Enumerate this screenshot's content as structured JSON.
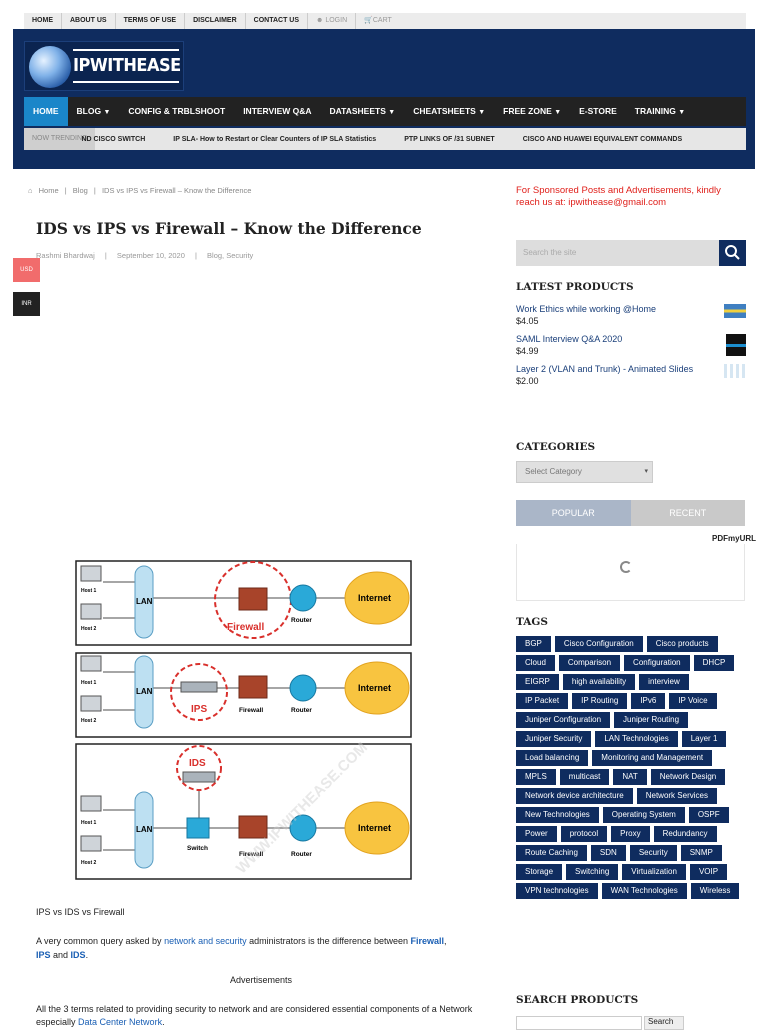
{
  "topbar": {
    "items": [
      "HOME",
      "ABOUT US",
      "TERMS OF USE",
      "DISCLAIMER",
      "CONTACT US"
    ],
    "login": "LOGIN",
    "cart": "CART"
  },
  "logo": {
    "text": "IPWITHEASE"
  },
  "nav": {
    "items": [
      "HOME",
      "BLOG",
      "CONFIG & TRBLSHOOT",
      "INTERVIEW Q&A",
      "DATASHEETS",
      "CHEATSHEETS",
      "FREE ZONE",
      "E-STORE",
      "TRAINING"
    ]
  },
  "trending": {
    "label": "NOW TRENDING",
    "items": [
      "ND CISCO SWITCH",
      "IP SLA- How to Restart or Clear Counters of IP SLA Statistics",
      "PTP LINKS OF /31 SUBNET",
      "CISCO AND HUAWEI EQUIVALENT COMMANDS"
    ]
  },
  "breadcrumb": {
    "home": "Home",
    "blog": "Blog",
    "current": "IDS vs IPS vs Firewall – Know the Difference"
  },
  "article": {
    "title": "IDS vs IPS vs Firewall – Know the Difference",
    "author": "Rashmi Bhardwaj",
    "date": "September 10, 2020",
    "categories": "Blog, Security",
    "caption": "IPS vs IDS vs Firewall",
    "p1_a": "A very common query asked by ",
    "p1_link": "network and security",
    "p1_b": " administrators is the difference between ",
    "p1_fw": "Firewall",
    "p1_comma": ",",
    "p1_ips": "IPS",
    "p1_and": " and ",
    "p1_ids": "IDS",
    "p1_end": ".",
    "ads": "Advertisements",
    "p2_a": "All the 3 terms related to providing security to network and are considered essential components of a Network especially ",
    "p2_link": "Data Center Network",
    "p2_end": "."
  },
  "currency": {
    "usd": "USD",
    "inr": "INR"
  },
  "diagram": {
    "host1": "Host 1",
    "host2": "Host 2",
    "lan": "LAN",
    "router": "Router",
    "internet": "Internet",
    "firewall": "Firewall",
    "ips": "IPS",
    "ids": "IDS",
    "switch": "Switch",
    "watermark": "WWW.IPWITHEASE.COM"
  },
  "pdf_badge": "PDFmyURL",
  "sidebar": {
    "sponsor": "For Sponsored Posts and Advertisements, kindly reach us at: ipwithease@gmail.com",
    "search_placeholder": "Search the site",
    "latest_title": "LATEST PRODUCTS",
    "products": [
      {
        "name": "Work Ethics while working @Home",
        "price": "$4.05"
      },
      {
        "name": "SAML Interview Q&A 2020",
        "price": "$4.99"
      },
      {
        "name": "Layer 2 (VLAN and Trunk) - Animated Slides",
        "price": "$2.00"
      }
    ],
    "categories_title": "CATEGORIES",
    "select_category": "Select Category",
    "tab_popular": "POPULAR",
    "tab_recent": "RECENT",
    "tags_title": "TAGS",
    "tags": [
      "BGP",
      "Cisco Configuration",
      "Cisco products",
      "Cloud",
      "Comparison",
      "Configuration",
      "DHCP",
      "EIGRP",
      "high availability",
      "interview",
      "IP Packet",
      "IP Routing",
      "IPv6",
      "IP Voice",
      "Juniper Configuration",
      "Juniper Routing",
      "Juniper Security",
      "LAN Technologies",
      "Layer 1",
      "Load balancing",
      "Monitoring and Management",
      "MPLS",
      "multicast",
      "NAT",
      "Network Design",
      "Network device architecture",
      "Network Services",
      "New Technologies",
      "Operating System",
      "OSPF",
      "Power",
      "protocol",
      "Proxy",
      "Redundancy",
      "Route Caching",
      "SDN",
      "Security",
      "SNMP",
      "Storage",
      "Switching",
      "Virtualization",
      "VOIP",
      "VPN technologies",
      "WAN Technologies",
      "Wireless"
    ],
    "search_products_title": "SEARCH PRODUCTS",
    "search_button": "Search"
  },
  "colors": {
    "navy": "#0f2c5f",
    "accent": "#1a86c9",
    "sponsor_red": "#e0201b"
  }
}
